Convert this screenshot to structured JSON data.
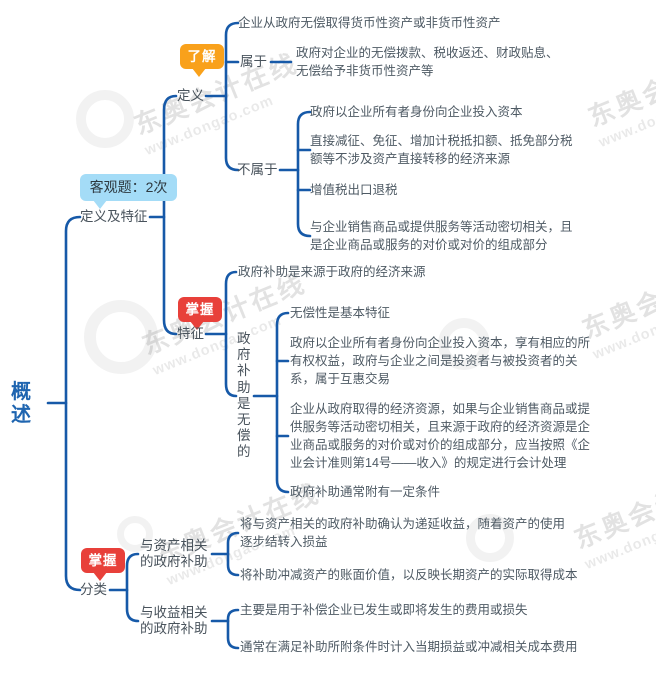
{
  "palette": {
    "line_blue": "#1659A8",
    "text_gray": "#4E5A64",
    "root_blue": "#1F65B0",
    "badge_orange": "#F9A11B",
    "badge_red": "#E8403A",
    "badge_light_blue": "#A4DCF7"
  },
  "watermark": {
    "brand": "东奥会计在线",
    "url": "www.dongao.com"
  },
  "root": {
    "label": "概述"
  },
  "overview": {
    "def_feat": {
      "label": "定义及特征",
      "badge": "客观题：2次",
      "definition": {
        "label": "定义",
        "badge": "了解",
        "top_item": "企业从政府无偿取得货币性资产或非货币性资产",
        "belongs": {
          "label": "属于",
          "item": "政府对企业的无偿拨款、税收返还、财政贴息、无偿给予非货币性资产等"
        },
        "not_belongs": {
          "label": "不属于",
          "items": [
            "政府以企业所有者身份向企业投入资本",
            "直接减征、免征、增加计税抵扣额、抵免部分税额等不涉及资产直接转移的经济来源",
            "增值税出口退税",
            "与企业销售商品或提供服务等活动密切相关，且是企业商品或服务的对价或对价的组成部分"
          ]
        }
      },
      "features": {
        "label": "特征",
        "badge": "掌握",
        "source_item": "政府补助是来源于政府的经济来源",
        "gratuitous": {
          "label": "政府补助是无偿的",
          "items": [
            "无偿性是基本特征",
            "政府以企业所有者身份向企业投入资本，享有相应的所有权权益，政府与企业之间是投资者与被投资者的关系，属于互惠交易",
            "企业从政府取得的经济资源，如果与企业销售商品或提供服务等活动密切相关，且来源于政府的经济资源是企业商品或服务的对价或对价的组成部分，应当按照《企业会计准则第14号——收入》的规定进行会计处理",
            "政府补助通常附有一定条件"
          ]
        }
      }
    },
    "classification": {
      "label": "分类",
      "badge": "掌握",
      "asset_related": {
        "label": "与资产相关的政府补助",
        "items": [
          "将与资产相关的政府补助确认为递延收益，随着资产的使用逐步结转入损益",
          "将补助冲减资产的账面价值，以反映长期资产的实际取得成本"
        ]
      },
      "income_related": {
        "label": "与收益相关的政府补助",
        "items": [
          "主要是用于补偿企业已发生或即将发生的费用或损失",
          "通常在满足补助所附条件时计入当期损益或冲减相关成本费用"
        ]
      }
    }
  }
}
